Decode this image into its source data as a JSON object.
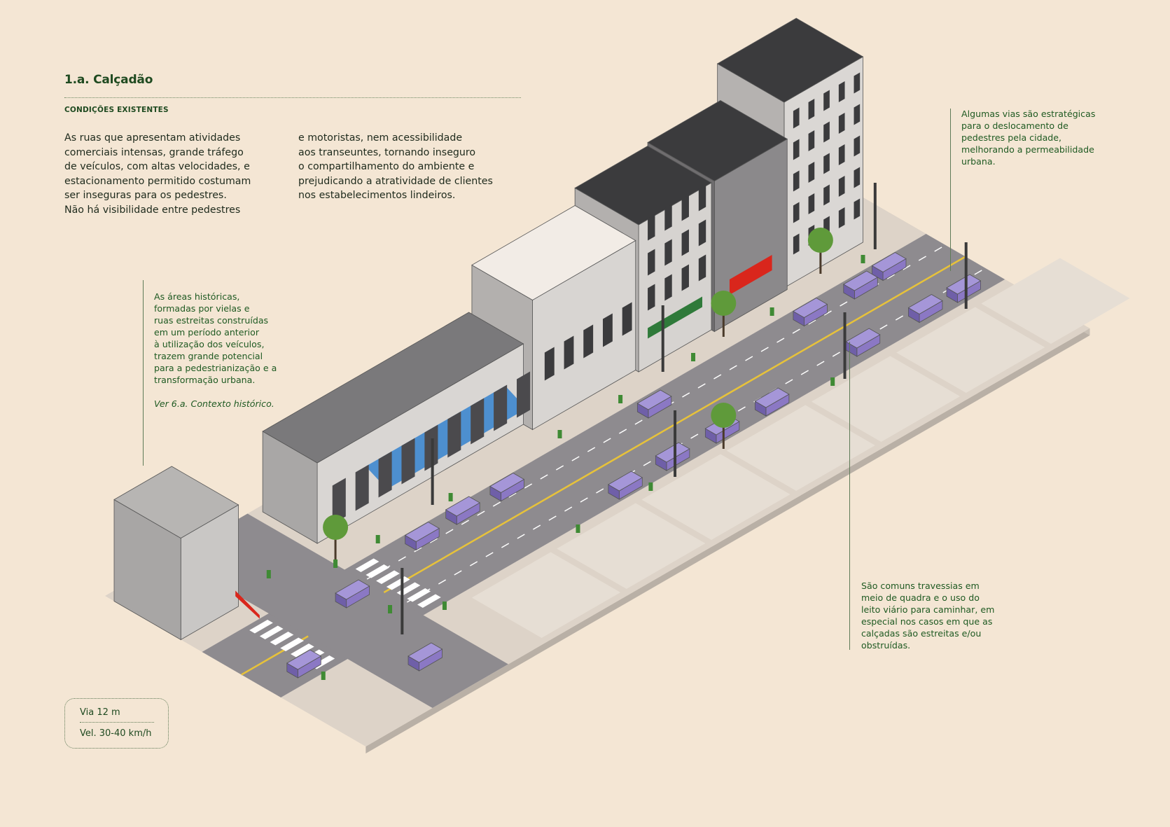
{
  "header": {
    "title": "1.a. Calçadão",
    "subtitle": "CONDIÇÕES EXISTENTES"
  },
  "intro": {
    "column1": "As ruas que apresentam atividades\ncomerciais intensas, grande tráfego\nde veículos, com altas velocidades, e\nestacionamento permitido costumam\nser inseguras para os pedestres.\nNão há visibilidade entre pedestres",
    "column2": "e motoristas, nem acessibilidade\naos transeuntes, tornando inseguro\no compartilhamento do ambiente e\nprejudicando a atratividade de clientes\nnos estabelecimentos lindeiros."
  },
  "annotations": {
    "historic": "As áreas históricas,\nformadas por vielas e\nruas estreitas construídas\nem um período anterior\nà utilização dos veículos,\ntrazem grande potencial\npara a pedestrianização e a\ntransformação urbana.",
    "historic_ref": "Ver 6.a. Contexto histórico.",
    "strategic": "Algumas vias são estratégicas\npara o deslocamento de\npedestres pela cidade,\nmelhorando a permeabilidade\nurbana.",
    "crossings": "São comuns travessias em\nmeio de quadra e o uso do\nleito viário para caminhar, em\nespecial nos casos em que as\ncalçadas são estreitas e/ou\nobstruídas."
  },
  "specs": {
    "width": "Via 12 m",
    "speed": "Vel. 30-40 km/h"
  },
  "colors": {
    "background": "#f4e6d4",
    "text_green": "#1f4a20",
    "road": "#8e8b8f",
    "sidewalk": "#ddd3c8",
    "car": "#8b78c4",
    "tree": "#5f9a3a",
    "accent_red": "#d9261c",
    "awning_blue": "#4d8fcf",
    "yellow_line": "#e7c23a"
  }
}
